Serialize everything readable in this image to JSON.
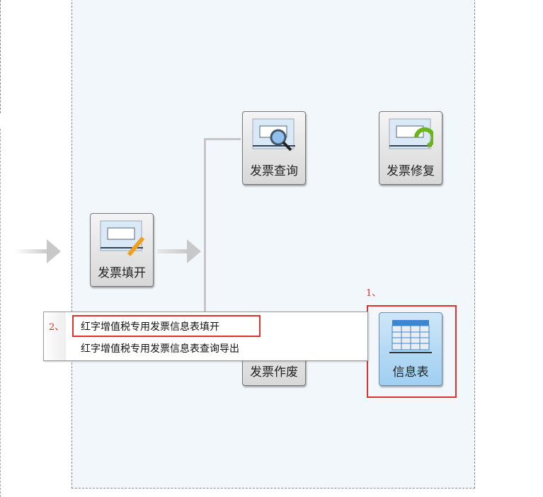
{
  "buttons": {
    "query": {
      "label": "发票查询",
      "icon": "magnifier-invoice-icon"
    },
    "repair": {
      "label": "发票修复",
      "icon": "refresh-invoice-icon"
    },
    "issue": {
      "label": "发票填开",
      "icon": "pencil-invoice-icon"
    },
    "void": {
      "label": "发票作废",
      "icon": "void-invoice-icon"
    },
    "info": {
      "label": "信息表",
      "icon": "table-icon"
    }
  },
  "annotations": {
    "step1": "1、",
    "step2": "2、"
  },
  "menu": {
    "items": [
      {
        "label": "红字增值税专用发票信息表填开"
      },
      {
        "label": "红字增值税专用发票信息表查询导出"
      }
    ]
  },
  "colors": {
    "highlight": "#e03030",
    "panel": "#f2f7fc"
  }
}
